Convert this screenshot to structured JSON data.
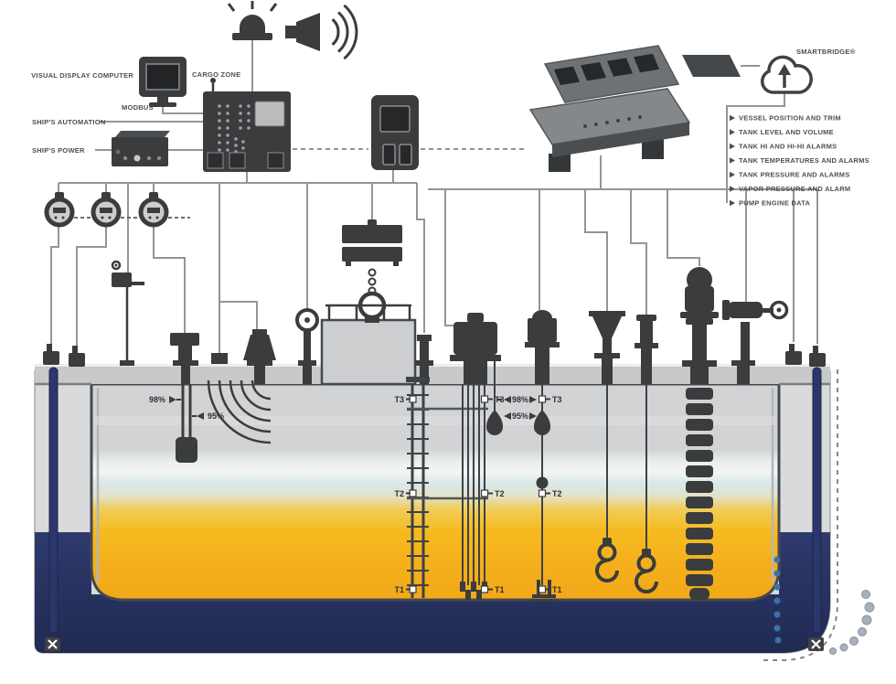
{
  "control_room": {
    "visual_computer_label": "VISUAL DISPLAY COMPUTER",
    "ships_automation_label": "SHIP'S AUTOMATION",
    "modbus_label": "MODBUS",
    "ships_power_label": "SHIP'S POWER",
    "cargo_zone_label": "CARGO ZONE",
    "smartbridge_label": "SMARTBRIDGE®",
    "data_points": [
      "VESSEL POSITION AND TRIM",
      "TANK LEVEL AND VOLUME",
      "TANK HI AND HI-HI ALARMS",
      "TANK TEMPERATURES AND ALARMS",
      "TANK PRESSURE AND ALARMS",
      "VAPOR PRESSURE AND ALARM",
      "PUMP ENGINE DATA"
    ]
  },
  "tank": {
    "alarm_high": "98%",
    "alarm_low": "95%",
    "temp_labels": {
      "t3": "T3",
      "t2": "T2",
      "t1": "T1"
    }
  },
  "colors": {
    "silhouette": "#3a3c3e",
    "wiring_line": "#939597",
    "hull_navy": "#27315e",
    "cargo_yellow": "#f5b51f",
    "vapor_grey": "#d2d3d5",
    "water_band_blue": "#d5e6ea",
    "bubble_blue": "#3a72ae",
    "bubble_grey": "#a8b0bd"
  },
  "icons": {
    "beacon": "alarm-beacon-icon",
    "horn": "alarm-horn-icon",
    "cloud": "cloud-upload-icon",
    "monitor": "monitor-icon",
    "handheld": "handheld-terminal-icon",
    "console": "bridge-console-icon",
    "x_valve": "x-valve-icon"
  }
}
